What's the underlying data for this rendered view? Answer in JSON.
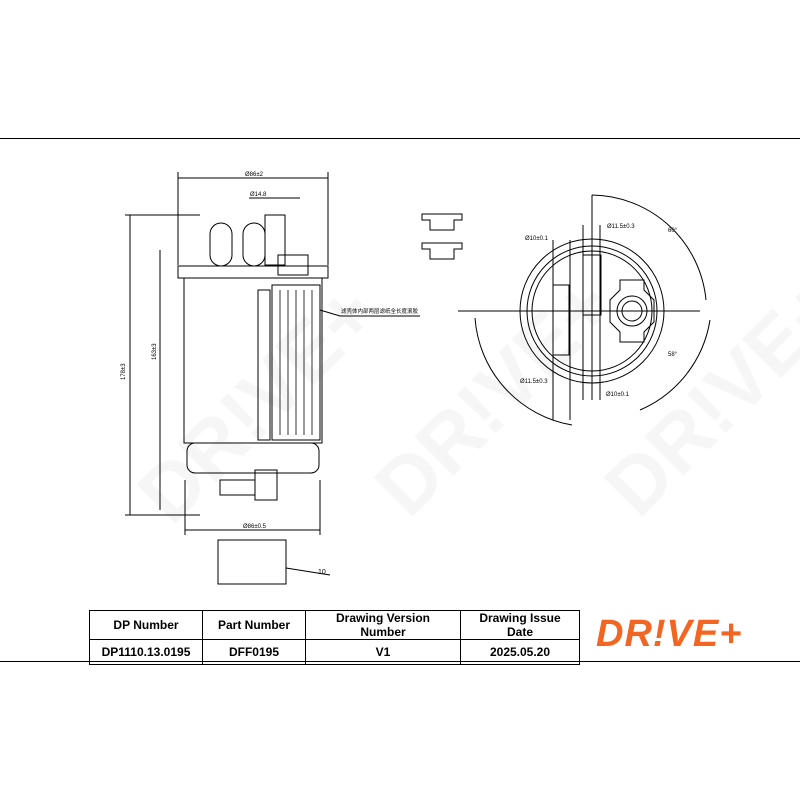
{
  "drawing": {
    "dims": {
      "outer_dia": "Ø86±2",
      "port_dia": "Ø14.8",
      "total_height": "178±3",
      "body_height": "163±3",
      "bottom_dia": "Ø86±0.5",
      "note_chinese": "滤壳体内部两层滤纸全长度滚胶",
      "label_thickness": "10",
      "hole_a": "Ø10±0.1",
      "slot_a": "Ø11.5±0.3",
      "slot_b": "Ø11.5±0.3",
      "hole_b": "Ø10±0.1",
      "angle_top": "60°",
      "angle_bottom": "58°"
    }
  },
  "title_block": {
    "headers": [
      "DP Number",
      "Part Number",
      "Drawing Version Number",
      "Drawing Issue Date"
    ],
    "values": [
      "DP1110.13.0195",
      "DFF0195",
      "V1",
      "2025.05.20"
    ]
  },
  "brand": {
    "logo_text": "DR!VE+",
    "watermark": "DR!VE+",
    "color": "#f26522"
  }
}
